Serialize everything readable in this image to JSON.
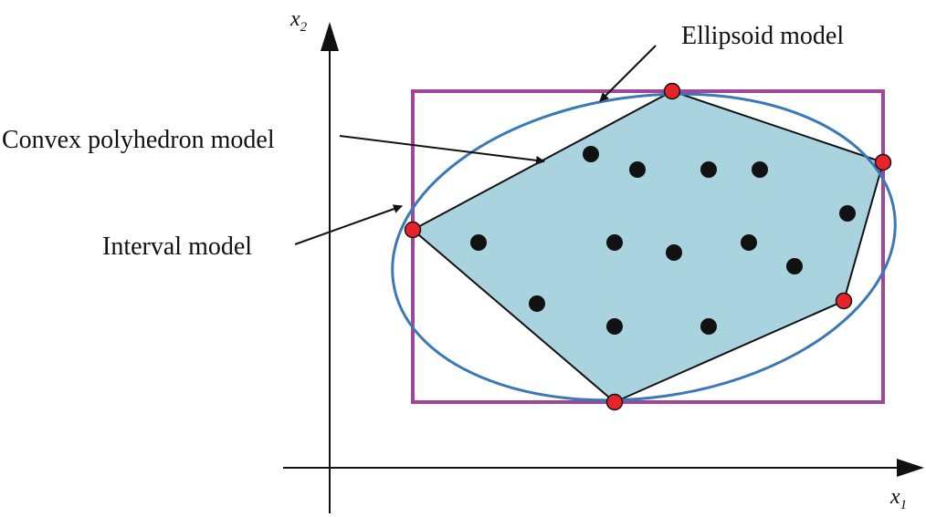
{
  "labels": {
    "ellipsoid": "Ellipsoid model",
    "convex": "Convex polyhedron model",
    "interval": "Interval model"
  },
  "axes": {
    "x_var": "x",
    "x_sub": "1",
    "y_var": "x",
    "y_sub": "2"
  },
  "colors": {
    "interval_box": "#a0479b",
    "ellipse": "#3a78b8",
    "polygon_fill": "#a9d3de",
    "vertex_point": "#e8242b",
    "interior_point": "#111111"
  }
}
